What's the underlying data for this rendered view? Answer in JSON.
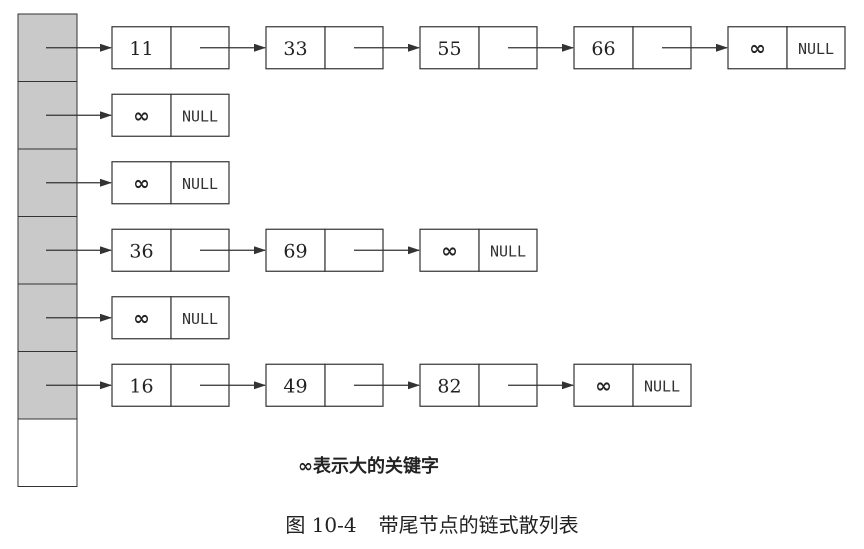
{
  "diagram": {
    "colors": {
      "slot_fill": "#c9c9c9",
      "stroke": "#333333"
    },
    "slot_count": 7,
    "chains": [
      {
        "slot": 0,
        "nodes": [
          {
            "key": "11"
          },
          {
            "key": "33"
          },
          {
            "key": "55"
          },
          {
            "key": "66"
          },
          {
            "key": "∞",
            "next": "NULL"
          }
        ]
      },
      {
        "slot": 1,
        "nodes": [
          {
            "key": "∞",
            "next": "NULL"
          }
        ]
      },
      {
        "slot": 2,
        "nodes": [
          {
            "key": "∞",
            "next": "NULL"
          }
        ]
      },
      {
        "slot": 3,
        "nodes": [
          {
            "key": "36"
          },
          {
            "key": "69"
          },
          {
            "key": "∞",
            "next": "NULL"
          }
        ]
      },
      {
        "slot": 4,
        "nodes": [
          {
            "key": "∞",
            "next": "NULL"
          }
        ]
      },
      {
        "slot": 5,
        "nodes": [
          {
            "key": "16"
          },
          {
            "key": "49"
          },
          {
            "key": "82"
          },
          {
            "key": "∞",
            "next": "NULL"
          }
        ]
      }
    ]
  },
  "note": "∞表示大的关键字",
  "caption": {
    "number": "图 10-4",
    "title": "带尾节点的链式散列表"
  }
}
